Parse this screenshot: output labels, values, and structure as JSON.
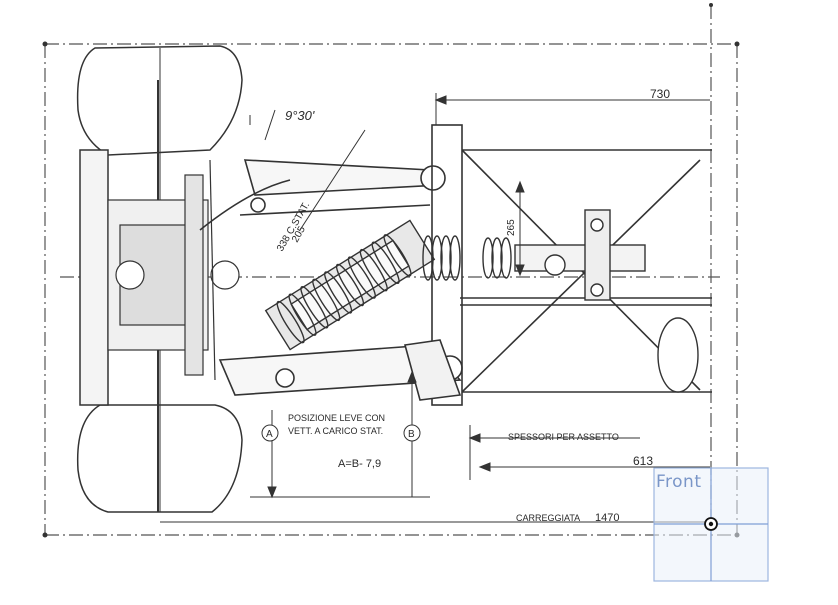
{
  "drawing": {
    "dim_730": "730",
    "angle": "9°30'",
    "label_338": "338 C.STAT.",
    "label_205a": "205",
    "dim_265": "265",
    "note_line1": "POSIZIONE LEVE CON",
    "note_line2": "VETT. A CARICO STAT.",
    "marker_a": "A",
    "marker_b": "B",
    "formula": "A=B- 7,9",
    "spessori": "SPESSORI PER ASSETTO",
    "dim_613": "613",
    "carreggiata": "CARREGGIATA",
    "dim_1470": "1470"
  },
  "viewport": {
    "view_label": "Front"
  },
  "colors": {
    "ink": "#3a3a3a",
    "gizmo": "#9db6e0",
    "gizmo_fill": "#eaf0fa"
  }
}
